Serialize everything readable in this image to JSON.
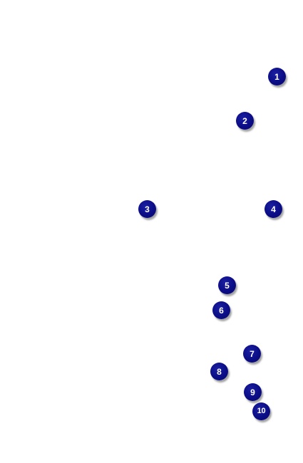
{
  "markers": [
    {
      "label": "1"
    },
    {
      "label": "2"
    },
    {
      "label": "3"
    },
    {
      "label": "4"
    },
    {
      "label": "5"
    },
    {
      "label": "6"
    },
    {
      "label": "7"
    },
    {
      "label": "8"
    },
    {
      "label": "9"
    },
    {
      "label": "10"
    }
  ],
  "colors": {
    "background": "#ffffff",
    "marker_fill": "#0b0d86",
    "marker_text": "#ffffff"
  }
}
